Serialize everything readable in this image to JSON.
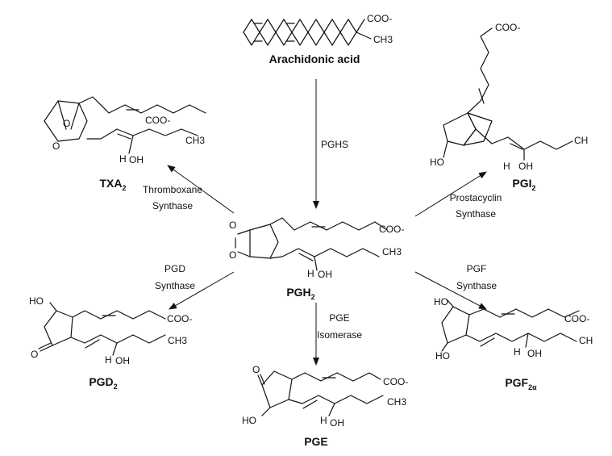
{
  "compounds": {
    "arachidonic": {
      "name": "Arachidonic acid",
      "cooh": "COO-",
      "ch3": "CH3"
    },
    "txa2": {
      "name": "TXA",
      "sub": "2",
      "cooh": "COO-",
      "ch3": "CH3",
      "oh": "OH",
      "h": "H",
      "o1": "O",
      "o2": "O"
    },
    "pgi2": {
      "name": "PGI",
      "sub": "2",
      "cooh": "COO-",
      "ch3": "CH",
      "oh": "OH",
      "h": "H",
      "ho": "HO"
    },
    "pgh2": {
      "name": "PGH",
      "sub": "2",
      "cooh": "COO-",
      "ch3": "CH3",
      "oh": "OH",
      "h": "H",
      "o1": "O",
      "o2": "O"
    },
    "pgd2": {
      "name": "PGD",
      "sub": "2",
      "cooh": "COO-",
      "ch3": "CH3",
      "oh": "OH",
      "h": "H",
      "ho": "HO",
      "keto": "O"
    },
    "pge": {
      "name": "PGE",
      "cooh": "COO-",
      "ch3": "CH3",
      "oh": "OH",
      "h": "H",
      "ho": "HO",
      "keto": "O"
    },
    "pgf2a": {
      "name": "PGF",
      "sub": "2α",
      "cooh": "COO-",
      "ch3": "CH",
      "oh": "OH",
      "h": "H",
      "ho1": "HO",
      "ho2": "HO"
    }
  },
  "enzymes": {
    "pghs": "PGHS",
    "txa_line1": "Thromboxane",
    "txa_line2": "Synthase",
    "pgi_line1": "Prostacyclin",
    "pgi_line2": "Synthase",
    "pgd_line1": "PGD",
    "pgd_line2": "Synthase",
    "pge_line1": "PGE",
    "pge_line2": "Isomerase",
    "pgf_line1": "PGF",
    "pgf_line2": "Synthase"
  }
}
